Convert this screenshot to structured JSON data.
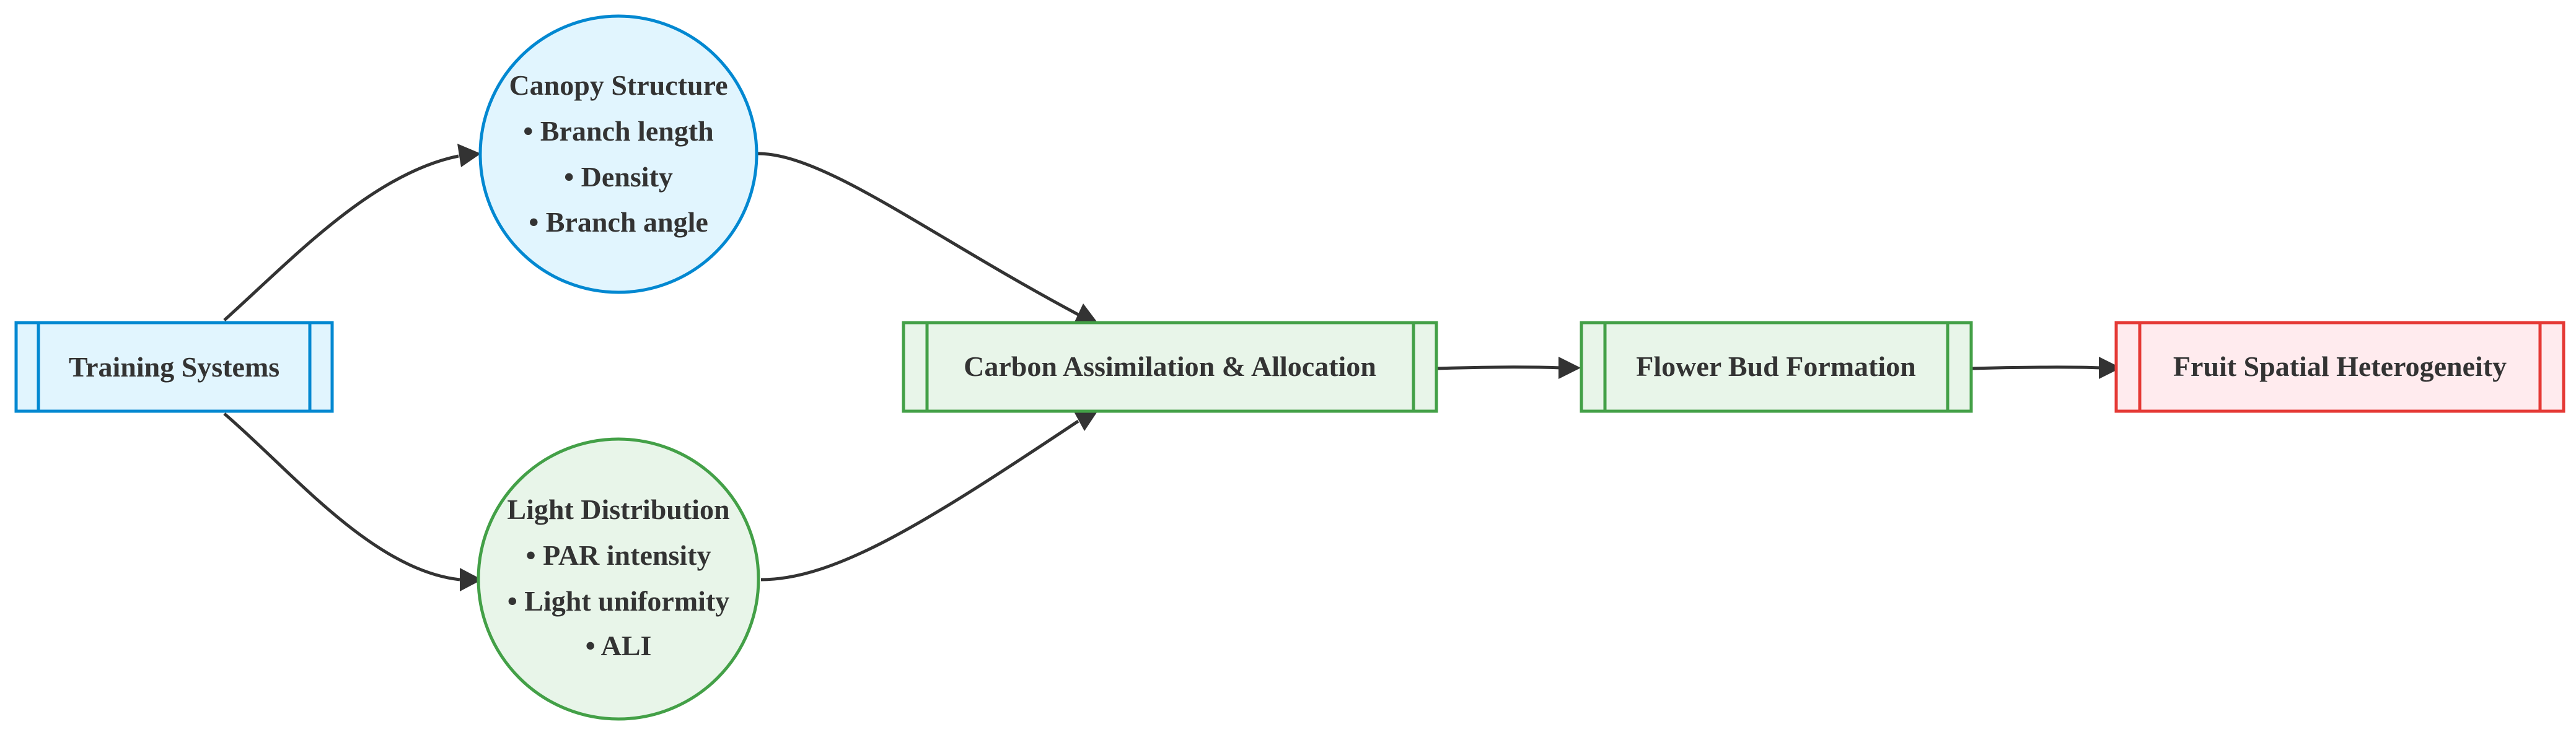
{
  "diagram": {
    "type": "flowchart",
    "colors": {
      "blue_fill": "#e1f5fe",
      "blue_stroke": "#0288d1",
      "green_fill": "#e8f5e9",
      "green_stroke": "#43a047",
      "red_fill": "#ffebee",
      "red_stroke": "#e53935",
      "edge": "#333333",
      "text": "#333333"
    },
    "nodes": {
      "training": {
        "shape": "subroutine",
        "label": "Training Systems"
      },
      "canopy": {
        "shape": "circle",
        "title": "Canopy Structure",
        "items": [
          "• Branch length",
          "• Density",
          "• Branch angle"
        ]
      },
      "light": {
        "shape": "circle",
        "title": "Light Distribution",
        "items": [
          "• PAR intensity",
          "• Light uniformity",
          "• ALI"
        ]
      },
      "carbon": {
        "shape": "subroutine",
        "label": "Carbon Assimilation & Allocation"
      },
      "flower": {
        "shape": "subroutine",
        "label": "Flower Bud Formation"
      },
      "fruit": {
        "shape": "subroutine",
        "label": "Fruit Spatial Heterogeneity"
      }
    },
    "edges": [
      {
        "from": "Training Systems",
        "to": "Canopy Structure"
      },
      {
        "from": "Training Systems",
        "to": "Light Distribution"
      },
      {
        "from": "Canopy Structure",
        "to": "Carbon Assimilation & Allocation"
      },
      {
        "from": "Light Distribution",
        "to": "Carbon Assimilation & Allocation"
      },
      {
        "from": "Carbon Assimilation & Allocation",
        "to": "Flower Bud Formation"
      },
      {
        "from": "Flower Bud Formation",
        "to": "Fruit Spatial Heterogeneity"
      }
    ]
  }
}
